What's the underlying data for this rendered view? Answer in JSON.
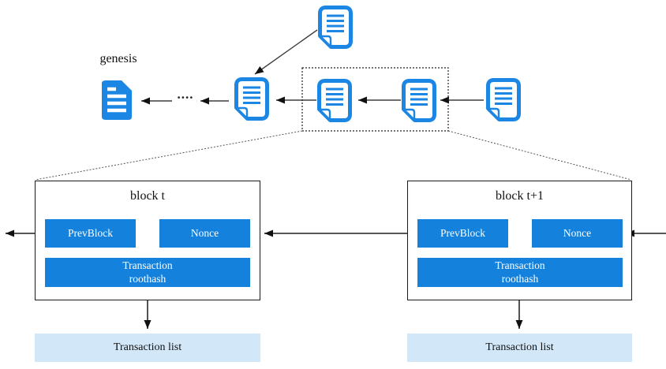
{
  "diagram": {
    "genesis_label": "genesis",
    "chain_ellipsis": "....",
    "blocks": [
      {
        "title": "block t",
        "prev_block_label": "PrevBlock",
        "nonce_label": "Nonce",
        "roothash_label": "Transaction\nroothash",
        "transaction_list_label": "Transaction list"
      },
      {
        "title": "block t+1",
        "prev_block_label": "PrevBlock",
        "nonce_label": "Nonce",
        "roothash_label": "Transaction\nroothash",
        "transaction_list_label": "Transaction list"
      }
    ],
    "icons": {
      "genesis_icon": "document-solid-icon",
      "chain_icon": "document-outline-icon",
      "new_block_icon": "document-outline-icon"
    },
    "colors": {
      "icon_blue": "#1b86e3",
      "box_blue": "#1482dc",
      "transaction_list_bg": "#d2e8f9",
      "line_color": "#3f3f3f"
    }
  }
}
